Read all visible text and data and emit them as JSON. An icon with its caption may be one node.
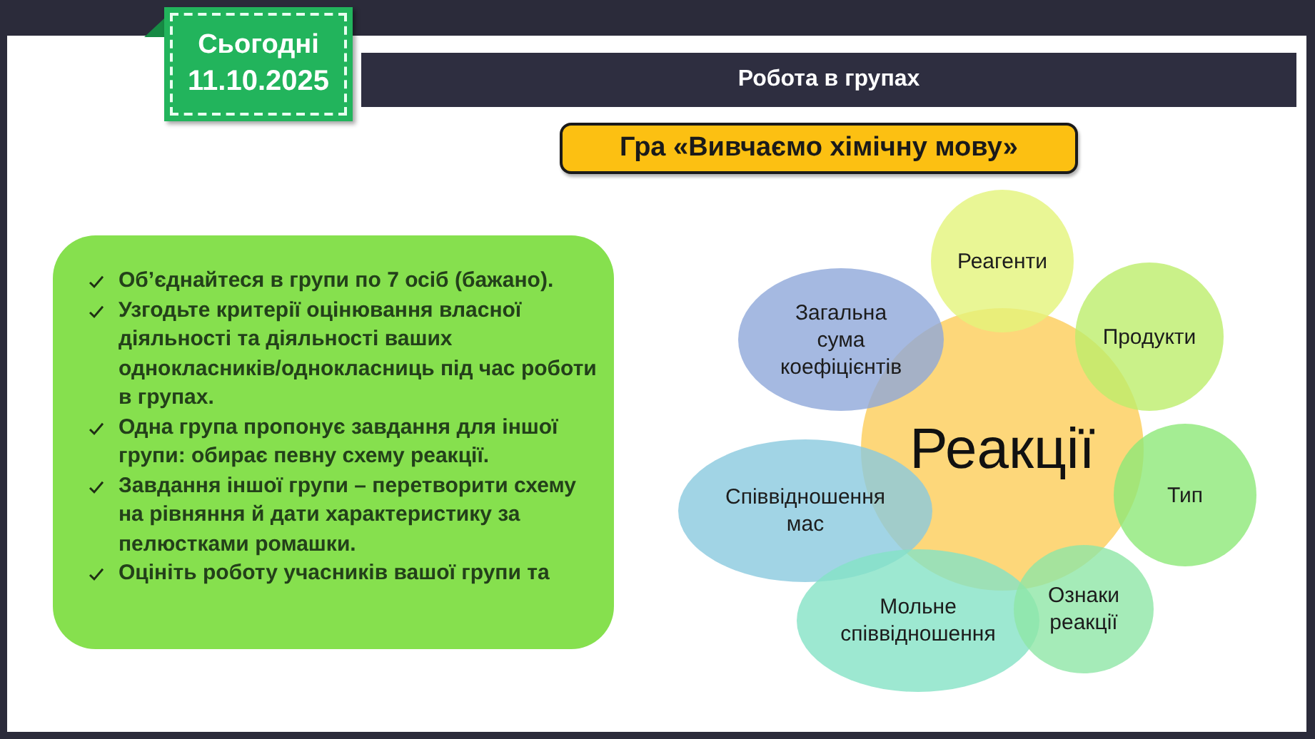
{
  "diagram": {
    "title": "Робота в групах",
    "nodes": [
      {
        "text": [
          "Сьогодні",
          "11.10.2025"
        ]
      },
      {
        "text": [
          "Гра «Вивчаємо хімічну мову»"
        ]
      },
      {
        "text": [
          "Об’єднайтеся в групи по 7 осіб (бажано).",
          "Узгодьте критерії оцінювання власної діяльності та діяльності ваших однокласників/однокласниць під час роботи в групах.",
          "Одна група пропонує завдання для іншої групи: обирає певну схему реакції.",
          "Завдання іншої групи – перетворити схему на рівняння й дати характеристику за пелюстками ромашки.",
          "Оцініть роботу учасників вашої групи та"
        ]
      },
      {
        "text": [
          "Реакції"
        ]
      },
      {
        "text": [
          "Реагенти"
        ]
      },
      {
        "text": [
          "Загальна сума коефіцієнтів"
        ]
      },
      {
        "text": [
          "Продукти"
        ]
      },
      {
        "text": [
          "Співвідношення мас"
        ]
      },
      {
        "text": [
          "Тип"
        ]
      },
      {
        "text": [
          "Мольне співвідношення"
        ]
      },
      {
        "text": [
          "Ознаки реакції"
        ]
      }
    ]
  }
}
